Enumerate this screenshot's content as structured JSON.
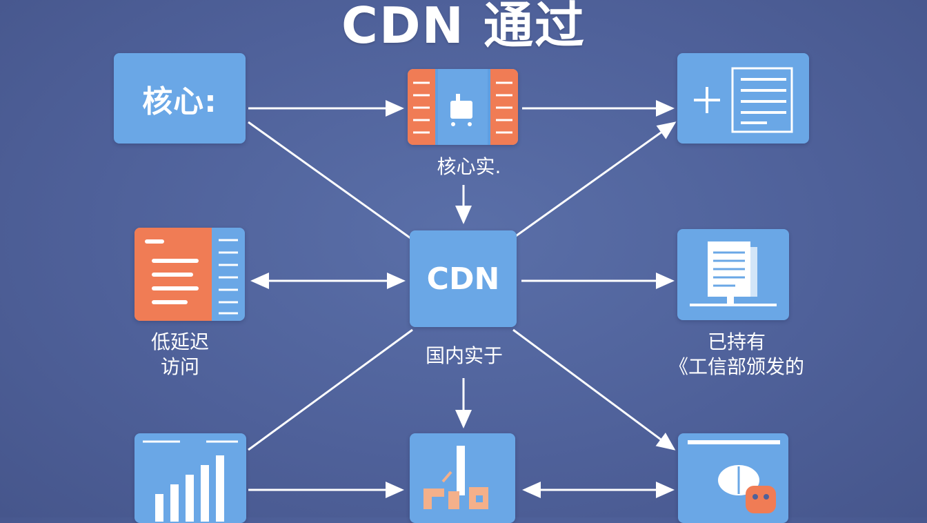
{
  "title": "CDN 通过",
  "nodes": {
    "core": {
      "label": "核心:"
    },
    "cdn": {
      "label": "CDN"
    }
  },
  "captions": {
    "core_impl": "核心实.",
    "low_latency_line1": "低延迟",
    "low_latency_line2": "访问",
    "domestic": "国内实于",
    "license_line1": "已持有",
    "license_line2": "《工信部颁发的"
  },
  "colors": {
    "background": "#4f619a",
    "box": "#6aa7e6",
    "accent_orange": "#f07c55",
    "arrow": "#ffffff"
  },
  "icons": {
    "server_rack": "server-rack-icon",
    "document_plus": "document-plus-icon",
    "document_list": "document-list-icon",
    "monitor_document": "monitor-document-icon",
    "bar_chart": "bar-chart-icon",
    "bar_chart_orange": "bar-chart-orange-icon",
    "browser_robot": "browser-robot-icon"
  }
}
